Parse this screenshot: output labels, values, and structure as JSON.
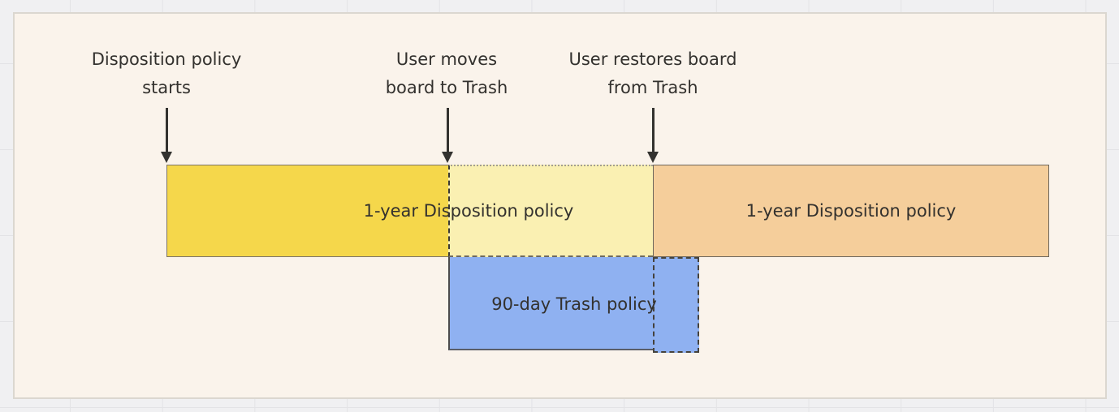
{
  "canvas": {
    "background_color": "#f0f0f2",
    "grid_line_color": "#e3e3e6",
    "frame_background_color": "#faf3eb",
    "frame_border_color": "#dbd7d0"
  },
  "events": [
    {
      "line1": "Disposition policy",
      "line2": "starts"
    },
    {
      "line1": "User moves",
      "line2": "board to Trash"
    },
    {
      "line1": "User restores board",
      "line2": "from Trash"
    }
  ],
  "bars": {
    "disposition_before_trash": {
      "label": "1-year Disposition policy",
      "active_color": "#f5d74b",
      "paused_color": "#faf0b2"
    },
    "disposition_after_restore": {
      "label": "1-year Disposition policy",
      "color": "#f5ce9b"
    },
    "trash": {
      "label": "90-day Trash policy",
      "color": "#8fb1f1"
    }
  },
  "styles": {
    "text_color": "#33312e",
    "arrow_color": "#33322f"
  }
}
